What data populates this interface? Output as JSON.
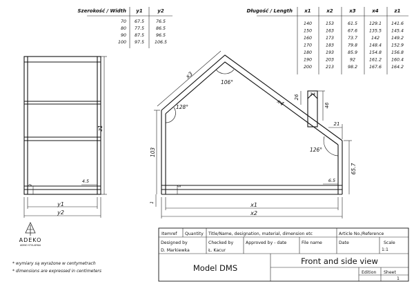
{
  "width_table": {
    "headers": [
      "Szerokość / Width",
      "y1",
      "y2"
    ],
    "rows": [
      [
        "70",
        "67.5",
        "76.5"
      ],
      [
        "80",
        "77.5",
        "86.5"
      ],
      [
        "90",
        "87.5",
        "96.5"
      ],
      [
        "100",
        "97.5",
        "106.5"
      ]
    ]
  },
  "length_table": {
    "headers": [
      "Długość / Length",
      "x1",
      "x2",
      "x3",
      "x4",
      "z1"
    ],
    "rows": [
      [
        "140",
        "153",
        "61.5",
        "129.1",
        "141.6"
      ],
      [
        "150",
        "163",
        "67.6",
        "135.5",
        "145.4"
      ],
      [
        "160",
        "173",
        "73.7",
        "142",
        "149.2"
      ],
      [
        "170",
        "183",
        "79.8",
        "148.4",
        "152.9"
      ],
      [
        "180",
        "193",
        "85.9",
        "154.8",
        "156.8"
      ],
      [
        "190",
        "203",
        "92",
        "161.2",
        "160.4"
      ],
      [
        "200",
        "213",
        "98.2",
        "167.6",
        "164.2"
      ]
    ]
  },
  "side_view": {
    "dims": {
      "z1": "z1",
      "d9": "9",
      "d45": "4.5",
      "y1": "y1",
      "y2": "y2"
    }
  },
  "front_view": {
    "dims": {
      "x1": "x1",
      "x2": "x2",
      "x3": "x3",
      "x4": "x4",
      "h103": "103",
      "a128": "128°",
      "a106": "106°",
      "a126": "126°",
      "d26": "26",
      "d14": "14",
      "d46": "46",
      "d21": "21",
      "d65": "6.5",
      "d657": "65.7",
      "d9": "9",
      "d1": "1"
    }
  },
  "logo": {
    "brand": "ADEKO",
    "tagline": "ADEKO STOLARNIA"
  },
  "notes": [
    "* wymiary są wyrażone w centymetrach",
    "* dimensions are expressed in centimeters"
  ],
  "title_block": {
    "itemref": "Itemref",
    "quantity": "Quantity",
    "title_header": "Title/Name, designation, material, dimension etc",
    "article_header": "Article No./Reference",
    "designed_by": "Designed by",
    "designer": "D. Markiewka",
    "checked_by": "Checked by",
    "checker": "Ł. Kacur",
    "approved": "Approved by - date",
    "file_name": "File name",
    "date": "Date",
    "scale": "Scale",
    "scale_value": "1:1",
    "model": "Model DMS",
    "view_title": "Front and side view",
    "edition": "Edition",
    "sheet": "Sheet",
    "sheet_value": "1"
  }
}
